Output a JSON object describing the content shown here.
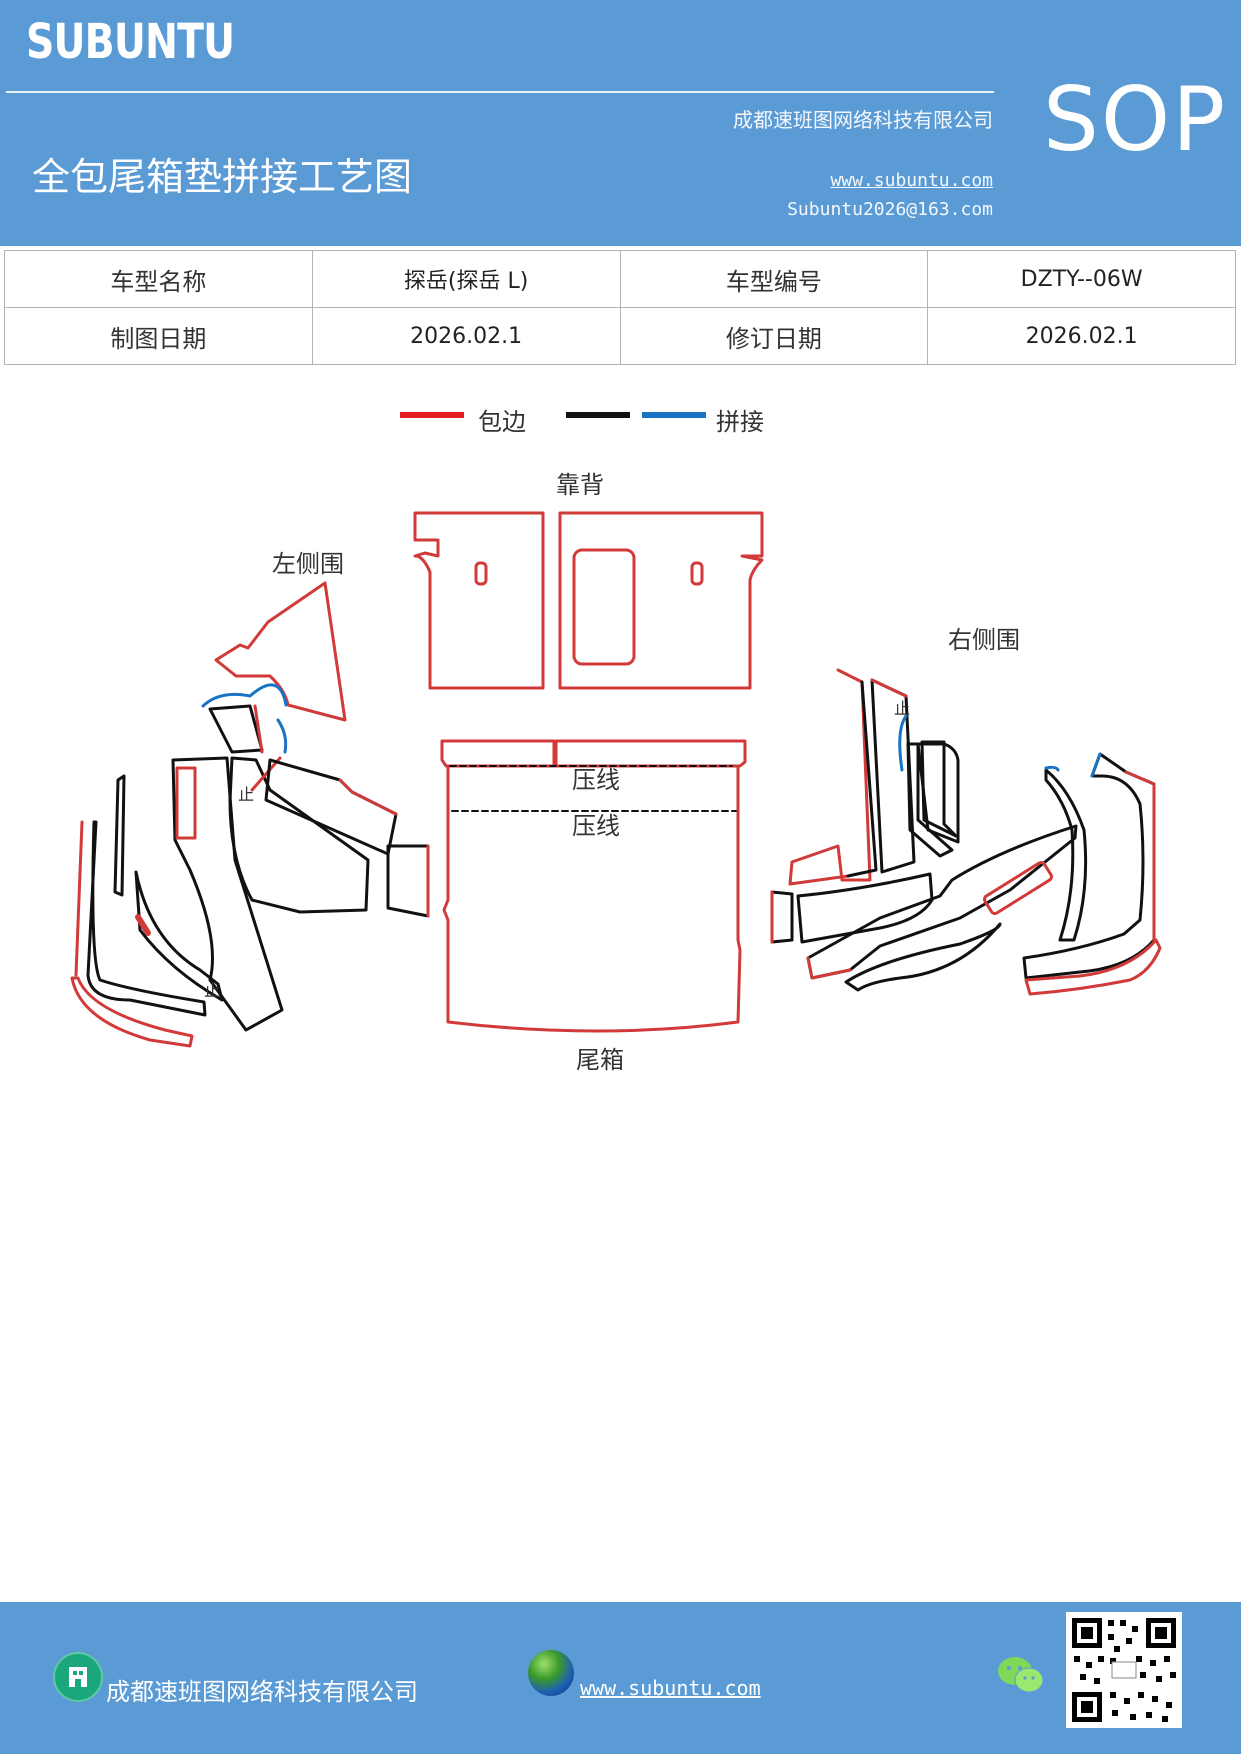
{
  "header": {
    "brand": "SUBUNTU",
    "company": "成都速班图网络科技有限公司",
    "title": "全包尾箱垫拼接工艺图",
    "url": "www.subuntu.com",
    "email": "Subuntu2026@163.com",
    "badge": "SOP"
  },
  "info_table": {
    "row1": {
      "label1": "车型名称",
      "value1": "探岳(探岳 L)",
      "label2": "车型编号",
      "value2": "DZTY--06W"
    },
    "row2": {
      "label1": "制图日期",
      "value1": "2026.02.1",
      "label2": "修订日期",
      "value2": "2026.02.1"
    }
  },
  "legend": {
    "edge_label": "包边",
    "splice_label": "拼接",
    "colors": {
      "edge": "#e31e1e",
      "black": "#111111",
      "splice": "#1a72c4"
    }
  },
  "diagram": {
    "label_backrest": "靠背",
    "label_left": "左侧围",
    "label_right": "右侧围",
    "label_trunk": "尾箱",
    "press_line_1": "压线",
    "press_line_2": "压线",
    "stop_mark": "止"
  },
  "footer": {
    "company": "成都速班图网络科技有限公司",
    "url": "www.subuntu.com",
    "icons": [
      "building-icon",
      "globe-icon",
      "wechat-icon",
      "qr-code"
    ]
  }
}
